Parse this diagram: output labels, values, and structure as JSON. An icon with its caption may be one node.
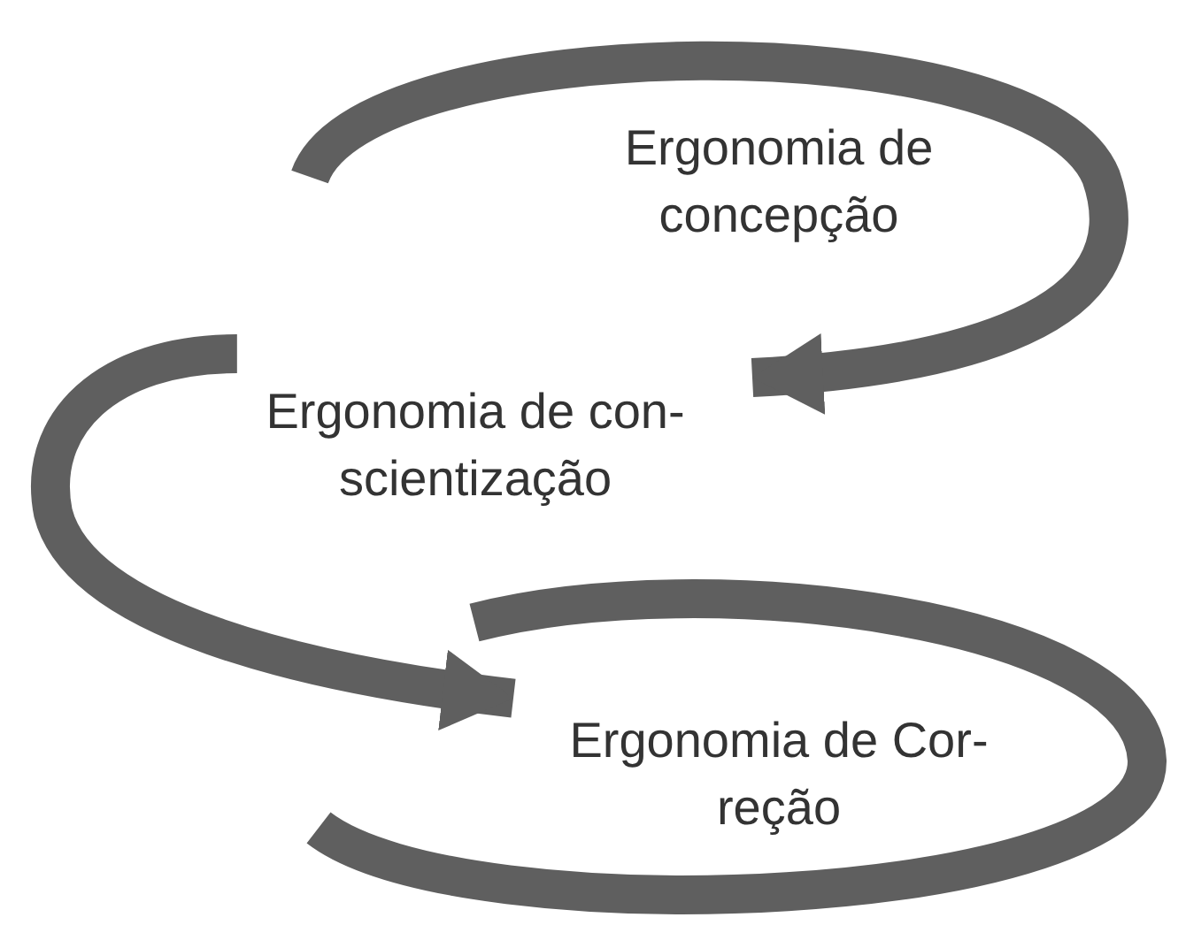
{
  "diagram": {
    "nodes": [
      {
        "text": [
          "Ergonomia de concepção"
        ]
      },
      {
        "text": [
          "Ergonomia de con-scientização"
        ]
      },
      {
        "text": [
          "Ergonomia de Cor-reção"
        ]
      }
    ],
    "edges": [
      {
        "from": null,
        "to": 1,
        "arrow": "to"
      },
      {
        "from": 1,
        "to": 2,
        "arrow": "to"
      }
    ]
  }
}
